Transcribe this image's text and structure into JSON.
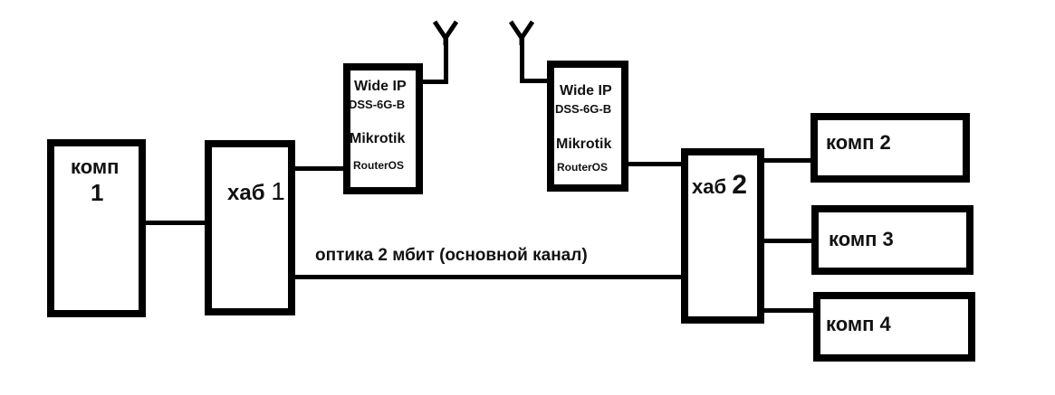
{
  "diagram": {
    "comp1": {
      "label_line1": "комп",
      "label_line2": "1"
    },
    "hub1": {
      "label": "хаб",
      "number": "1"
    },
    "radio1": {
      "line1": "Wide IP",
      "line2": "DSS-6G-B",
      "line3": "Mikrotik",
      "line4": "RouterOS"
    },
    "radio2": {
      "line1": "Wide IP",
      "line2": "DSS-6G-B",
      "line3": "Mikrotik",
      "line4": "RouterOS"
    },
    "hub2": {
      "label": "хаб",
      "number": "2"
    },
    "comp2": {
      "label": "комп 2"
    },
    "comp3": {
      "label": "комп 3"
    },
    "comp4": {
      "label": "комп 4"
    },
    "link_fiber": {
      "label": "оптика 2 мбит (основной канал)"
    },
    "icons": {
      "antenna_left": "antenna-icon",
      "antenna_right": "antenna-icon"
    },
    "colors": {
      "stroke": "#000000",
      "background": "#ffffff"
    }
  }
}
